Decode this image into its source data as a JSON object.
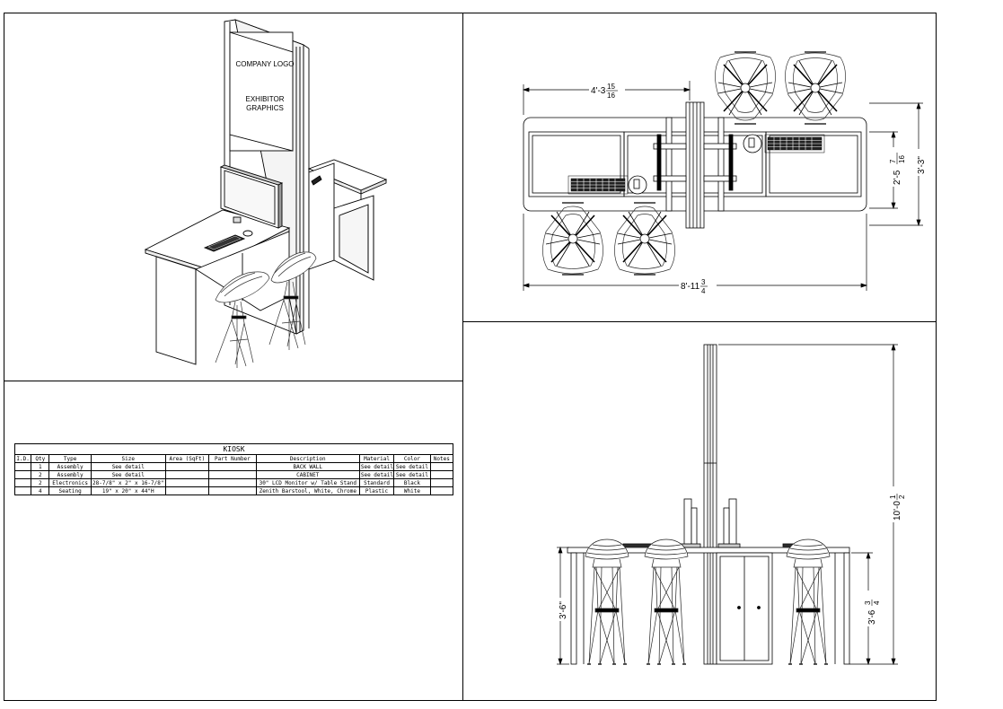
{
  "iso_view": {
    "logo_text": "COMPANY LOGO",
    "graphics_line1": "EXHIBITOR",
    "graphics_line2": "GRAPHICS"
  },
  "plan_view": {
    "dim_top_width": "4'-3",
    "dim_top_width_frac_num": "15",
    "dim_top_width_frac_den": "16",
    "dim_overall_width": "8'-11",
    "dim_overall_width_frac_num": "3",
    "dim_overall_width_frac_den": "4",
    "dim_inner_depth": "2'-5",
    "dim_inner_depth_frac_num": "7",
    "dim_inner_depth_frac_den": "16",
    "dim_overall_depth": "3'-3\""
  },
  "elevation_view": {
    "dim_total_height": "10'-0",
    "dim_total_height_frac_num": "1",
    "dim_total_height_frac_den": "2",
    "dim_counter_height": "3'-6\"",
    "dim_cabinet_height": "3'-6",
    "dim_cabinet_height_frac_num": "3",
    "dim_cabinet_height_frac_den": "4"
  },
  "bom": {
    "title": "KIOSK",
    "headers": [
      "I.D.",
      "Qty",
      "Type",
      "Size",
      "Area (SqFt)",
      "Part Number",
      "Description",
      "Material",
      "Color",
      "Notes"
    ],
    "rows": [
      {
        "qty": "1",
        "type": "Assembly",
        "size": "See detail",
        "area": "",
        "part": "",
        "desc": "BACK WALL",
        "material": "See detail",
        "color": "See detail",
        "notes": ""
      },
      {
        "qty": "2",
        "type": "Assembly",
        "size": "See detail",
        "area": "",
        "part": "",
        "desc": "CABINET",
        "material": "See detail",
        "color": "See detail",
        "notes": ""
      },
      {
        "qty": "2",
        "type": "Electronics",
        "size": "28-7/8\" x 2\" x 16-7/8\"",
        "area": "",
        "part": "",
        "desc": "30\" LCD Monitor w/ Table Stand",
        "material": "Standard",
        "color": "Black",
        "notes": ""
      },
      {
        "qty": "4",
        "type": "Seating",
        "size": "19\" x 20\" x 44\"H",
        "area": "",
        "part": "",
        "desc": "Zenith Barstool, White, Chrome",
        "material": "Plastic",
        "color": "White",
        "notes": ""
      }
    ]
  }
}
